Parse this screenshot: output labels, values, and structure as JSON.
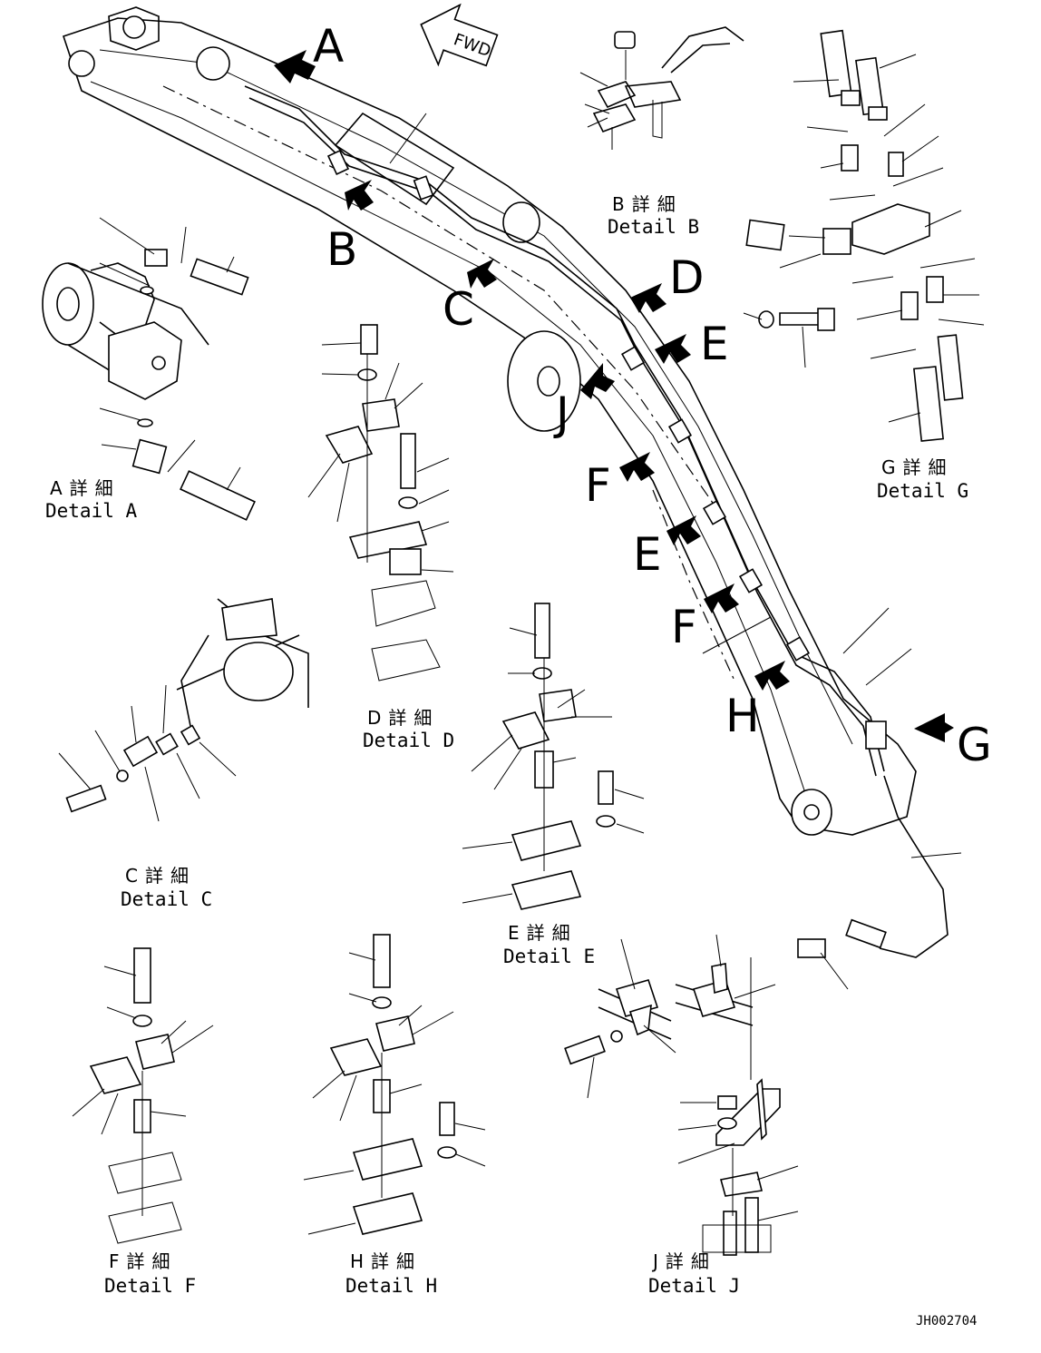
{
  "direction_label": "FWD",
  "drawing_code": "JH002704",
  "callouts": [
    "A",
    "B",
    "C",
    "D",
    "E",
    "F",
    "G",
    "H",
    "J"
  ],
  "route_labels": [
    {
      "id": "A",
      "text": "A"
    },
    {
      "id": "B",
      "text": "B"
    },
    {
      "id": "C",
      "text": "C"
    },
    {
      "id": "D",
      "text": "D"
    },
    {
      "id": "E1",
      "text": "E"
    },
    {
      "id": "J",
      "text": "J"
    },
    {
      "id": "F1",
      "text": "F"
    },
    {
      "id": "E2",
      "text": "E"
    },
    {
      "id": "F2",
      "text": "F"
    },
    {
      "id": "H",
      "text": "H"
    },
    {
      "id": "G",
      "text": "G"
    }
  ],
  "details": [
    {
      "id": "A",
      "jp": "A詳細",
      "en": "Detail A"
    },
    {
      "id": "B",
      "jp": "B詳細",
      "en": "Detail B"
    },
    {
      "id": "C",
      "jp": "C詳細",
      "en": "Detail C"
    },
    {
      "id": "D",
      "jp": "D詳細",
      "en": "Detail D"
    },
    {
      "id": "E",
      "jp": "E詳細",
      "en": "Detail E"
    },
    {
      "id": "F",
      "jp": "F詳細",
      "en": "Detail F"
    },
    {
      "id": "G",
      "jp": "G詳細",
      "en": "Detail G"
    },
    {
      "id": "H",
      "jp": "H詳細",
      "en": "Detail H"
    },
    {
      "id": "J",
      "jp": "J詳細",
      "en": "Detail J"
    }
  ]
}
